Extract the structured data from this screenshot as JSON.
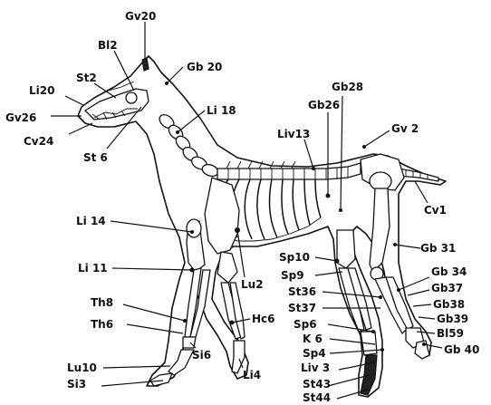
{
  "labels": [
    {
      "id": "gv20",
      "text": "Gv20"
    },
    {
      "id": "bl2",
      "text": "Bl2"
    },
    {
      "id": "gb20",
      "text": "Gb 20"
    },
    {
      "id": "st2",
      "text": "St2"
    },
    {
      "id": "li20",
      "text": "Li20"
    },
    {
      "id": "gv26",
      "text": "Gv26"
    },
    {
      "id": "cv24",
      "text": "Cv24"
    },
    {
      "id": "st6",
      "text": "St 6"
    },
    {
      "id": "li18",
      "text": "Li 18"
    },
    {
      "id": "gb28",
      "text": "Gb28"
    },
    {
      "id": "gb26",
      "text": "Gb26"
    },
    {
      "id": "liv13",
      "text": "Liv13"
    },
    {
      "id": "gv2",
      "text": "Gv 2"
    },
    {
      "id": "cv1",
      "text": "Cv1"
    },
    {
      "id": "li14",
      "text": "Li 14"
    },
    {
      "id": "gb31",
      "text": "Gb 31"
    },
    {
      "id": "li11",
      "text": "Li 11"
    },
    {
      "id": "lu2",
      "text": "Lu2"
    },
    {
      "id": "sp10",
      "text": "Sp10"
    },
    {
      "id": "sp9",
      "text": "Sp9"
    },
    {
      "id": "gb34",
      "text": "Gb 34"
    },
    {
      "id": "st36",
      "text": "St36"
    },
    {
      "id": "gb37",
      "text": "Gb37"
    },
    {
      "id": "st37",
      "text": "St37"
    },
    {
      "id": "gb38",
      "text": "Gb38"
    },
    {
      "id": "th8",
      "text": "Th8"
    },
    {
      "id": "sp6",
      "text": "Sp6"
    },
    {
      "id": "gb39",
      "text": "Gb39"
    },
    {
      "id": "hc6",
      "text": "Hc6"
    },
    {
      "id": "th6",
      "text": "Th6"
    },
    {
      "id": "k6",
      "text": "K 6"
    },
    {
      "id": "bl59",
      "text": "Bl59"
    },
    {
      "id": "si6",
      "text": "Si6"
    },
    {
      "id": "sp4",
      "text": "Sp4"
    },
    {
      "id": "gb40",
      "text": "Gb 40"
    },
    {
      "id": "lu10",
      "text": "Lu10"
    },
    {
      "id": "liv3",
      "text": "Liv 3"
    },
    {
      "id": "li4",
      "text": "Li4"
    },
    {
      "id": "si3",
      "text": "Si3"
    },
    {
      "id": "st43",
      "text": "St43"
    },
    {
      "id": "st44",
      "text": "St44"
    }
  ]
}
